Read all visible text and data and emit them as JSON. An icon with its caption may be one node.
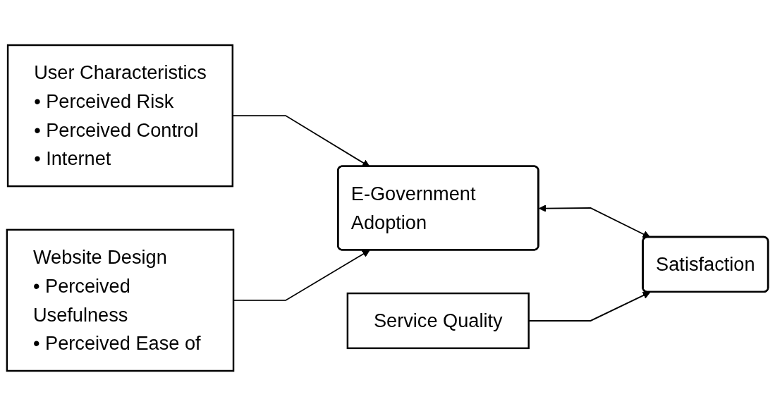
{
  "diagram": {
    "nodes": [
      {
        "text": [
          "User Characteristics",
          "• Perceived Risk",
          "• Perceived Control",
          "• Internet"
        ]
      },
      {
        "text": [
          "Website Design",
          "• Perceived Usefulness",
          "• Perceived Ease of"
        ]
      },
      {
        "text": [
          "Service Quality"
        ]
      },
      {
        "text": [
          "E-Government Adoption"
        ]
      },
      {
        "text": [
          "Satisfaction"
        ]
      }
    ],
    "edges": [
      {
        "from": 0,
        "to": 3,
        "arrow": "to"
      },
      {
        "from": 1,
        "to": 3,
        "arrow": "to"
      },
      {
        "from": 3,
        "to": 4,
        "arrow": "both"
      },
      {
        "from": 2,
        "to": 4,
        "arrow": "to"
      }
    ]
  }
}
